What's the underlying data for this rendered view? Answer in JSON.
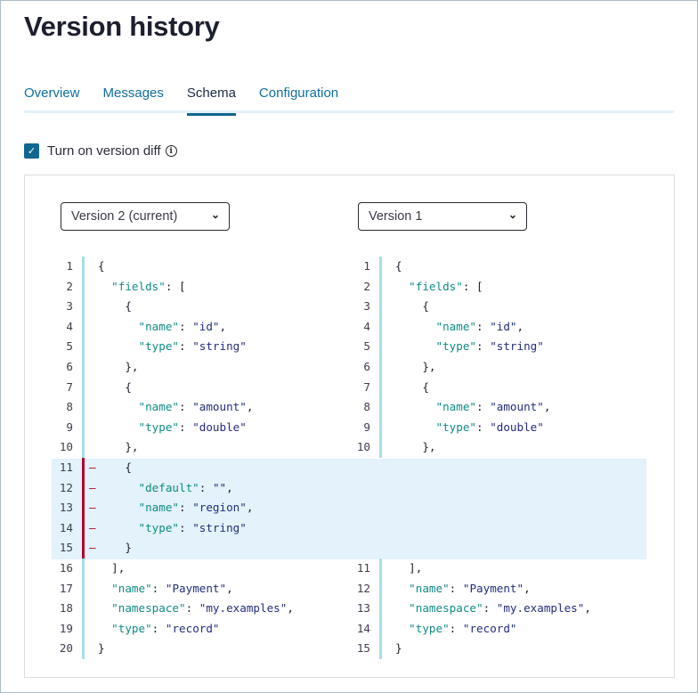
{
  "title": "Version history",
  "tabs": [
    {
      "label": "Overview"
    },
    {
      "label": "Messages"
    },
    {
      "label": "Schema",
      "active": true
    },
    {
      "label": "Configuration"
    }
  ],
  "diff_toggle": {
    "label": "Turn on version diff",
    "checked": true
  },
  "left_select": {
    "value": "Version 2 (current)"
  },
  "right_select": {
    "value": "Version 1"
  },
  "removed_marker": "–",
  "left_lines": [
    {
      "n": "1",
      "text": "{"
    },
    {
      "n": "2",
      "text": "  \"fields\": ["
    },
    {
      "n": "3",
      "text": "    {"
    },
    {
      "n": "4",
      "text": "      \"name\": \"id\","
    },
    {
      "n": "5",
      "text": "      \"type\": \"string\""
    },
    {
      "n": "6",
      "text": "    },"
    },
    {
      "n": "7",
      "text": "    {"
    },
    {
      "n": "8",
      "text": "      \"name\": \"amount\","
    },
    {
      "n": "9",
      "text": "      \"type\": \"double\""
    },
    {
      "n": "10",
      "text": "    },"
    },
    {
      "n": "11",
      "text": "    {",
      "removed": true
    },
    {
      "n": "12",
      "text": "      \"default\": \"\",",
      "removed": true
    },
    {
      "n": "13",
      "text": "      \"name\": \"region\",",
      "removed": true
    },
    {
      "n": "14",
      "text": "      \"type\": \"string\"",
      "removed": true
    },
    {
      "n": "15",
      "text": "    }",
      "removed": true
    },
    {
      "n": "16",
      "text": "  ],"
    },
    {
      "n": "17",
      "text": "  \"name\": \"Payment\","
    },
    {
      "n": "18",
      "text": "  \"namespace\": \"my.examples\","
    },
    {
      "n": "19",
      "text": "  \"type\": \"record\""
    },
    {
      "n": "20",
      "text": "}"
    }
  ],
  "right_lines": [
    {
      "n": "1",
      "text": "{"
    },
    {
      "n": "2",
      "text": "  \"fields\": ["
    },
    {
      "n": "3",
      "text": "    {"
    },
    {
      "n": "4",
      "text": "      \"name\": \"id\","
    },
    {
      "n": "5",
      "text": "      \"type\": \"string\""
    },
    {
      "n": "6",
      "text": "    },"
    },
    {
      "n": "7",
      "text": "    {"
    },
    {
      "n": "8",
      "text": "      \"name\": \"amount\","
    },
    {
      "n": "9",
      "text": "      \"type\": \"double\""
    },
    {
      "n": "10",
      "text": "    },"
    },
    {
      "gap": true
    },
    {
      "gap": true
    },
    {
      "gap": true
    },
    {
      "gap": true
    },
    {
      "gap": true
    },
    {
      "n": "11",
      "text": "  ],"
    },
    {
      "n": "12",
      "text": "  \"name\": \"Payment\","
    },
    {
      "n": "13",
      "text": "  \"namespace\": \"my.examples\","
    },
    {
      "n": "14",
      "text": "  \"type\": \"record\""
    },
    {
      "n": "15",
      "text": "}"
    }
  ]
}
